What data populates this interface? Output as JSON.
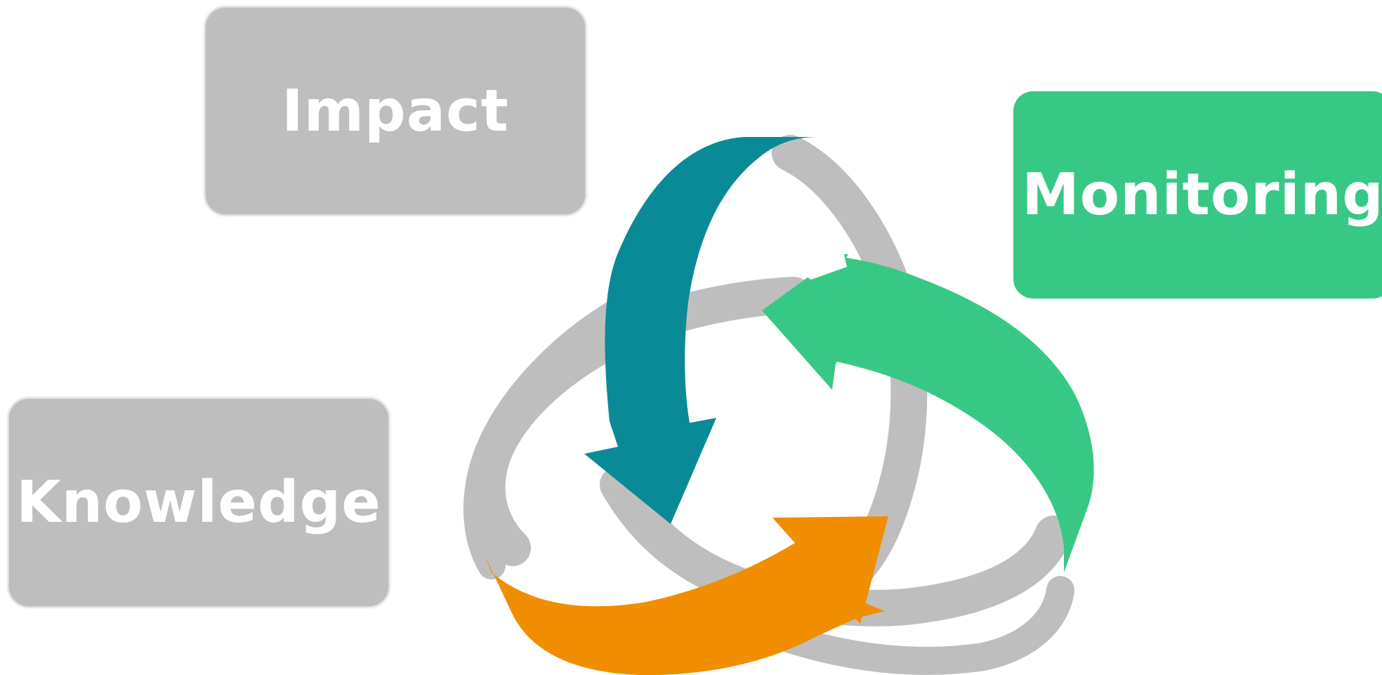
{
  "boxes": {
    "impact": {
      "label": "Impact"
    },
    "monitoring": {
      "label": "Monitoring"
    },
    "knowledge": {
      "label": "Knowledge"
    }
  },
  "colors": {
    "gray": "#bebebe",
    "green": "#38c886",
    "teal": "#0a8a96",
    "orange": "#f08e00",
    "background": "#ffffff"
  }
}
